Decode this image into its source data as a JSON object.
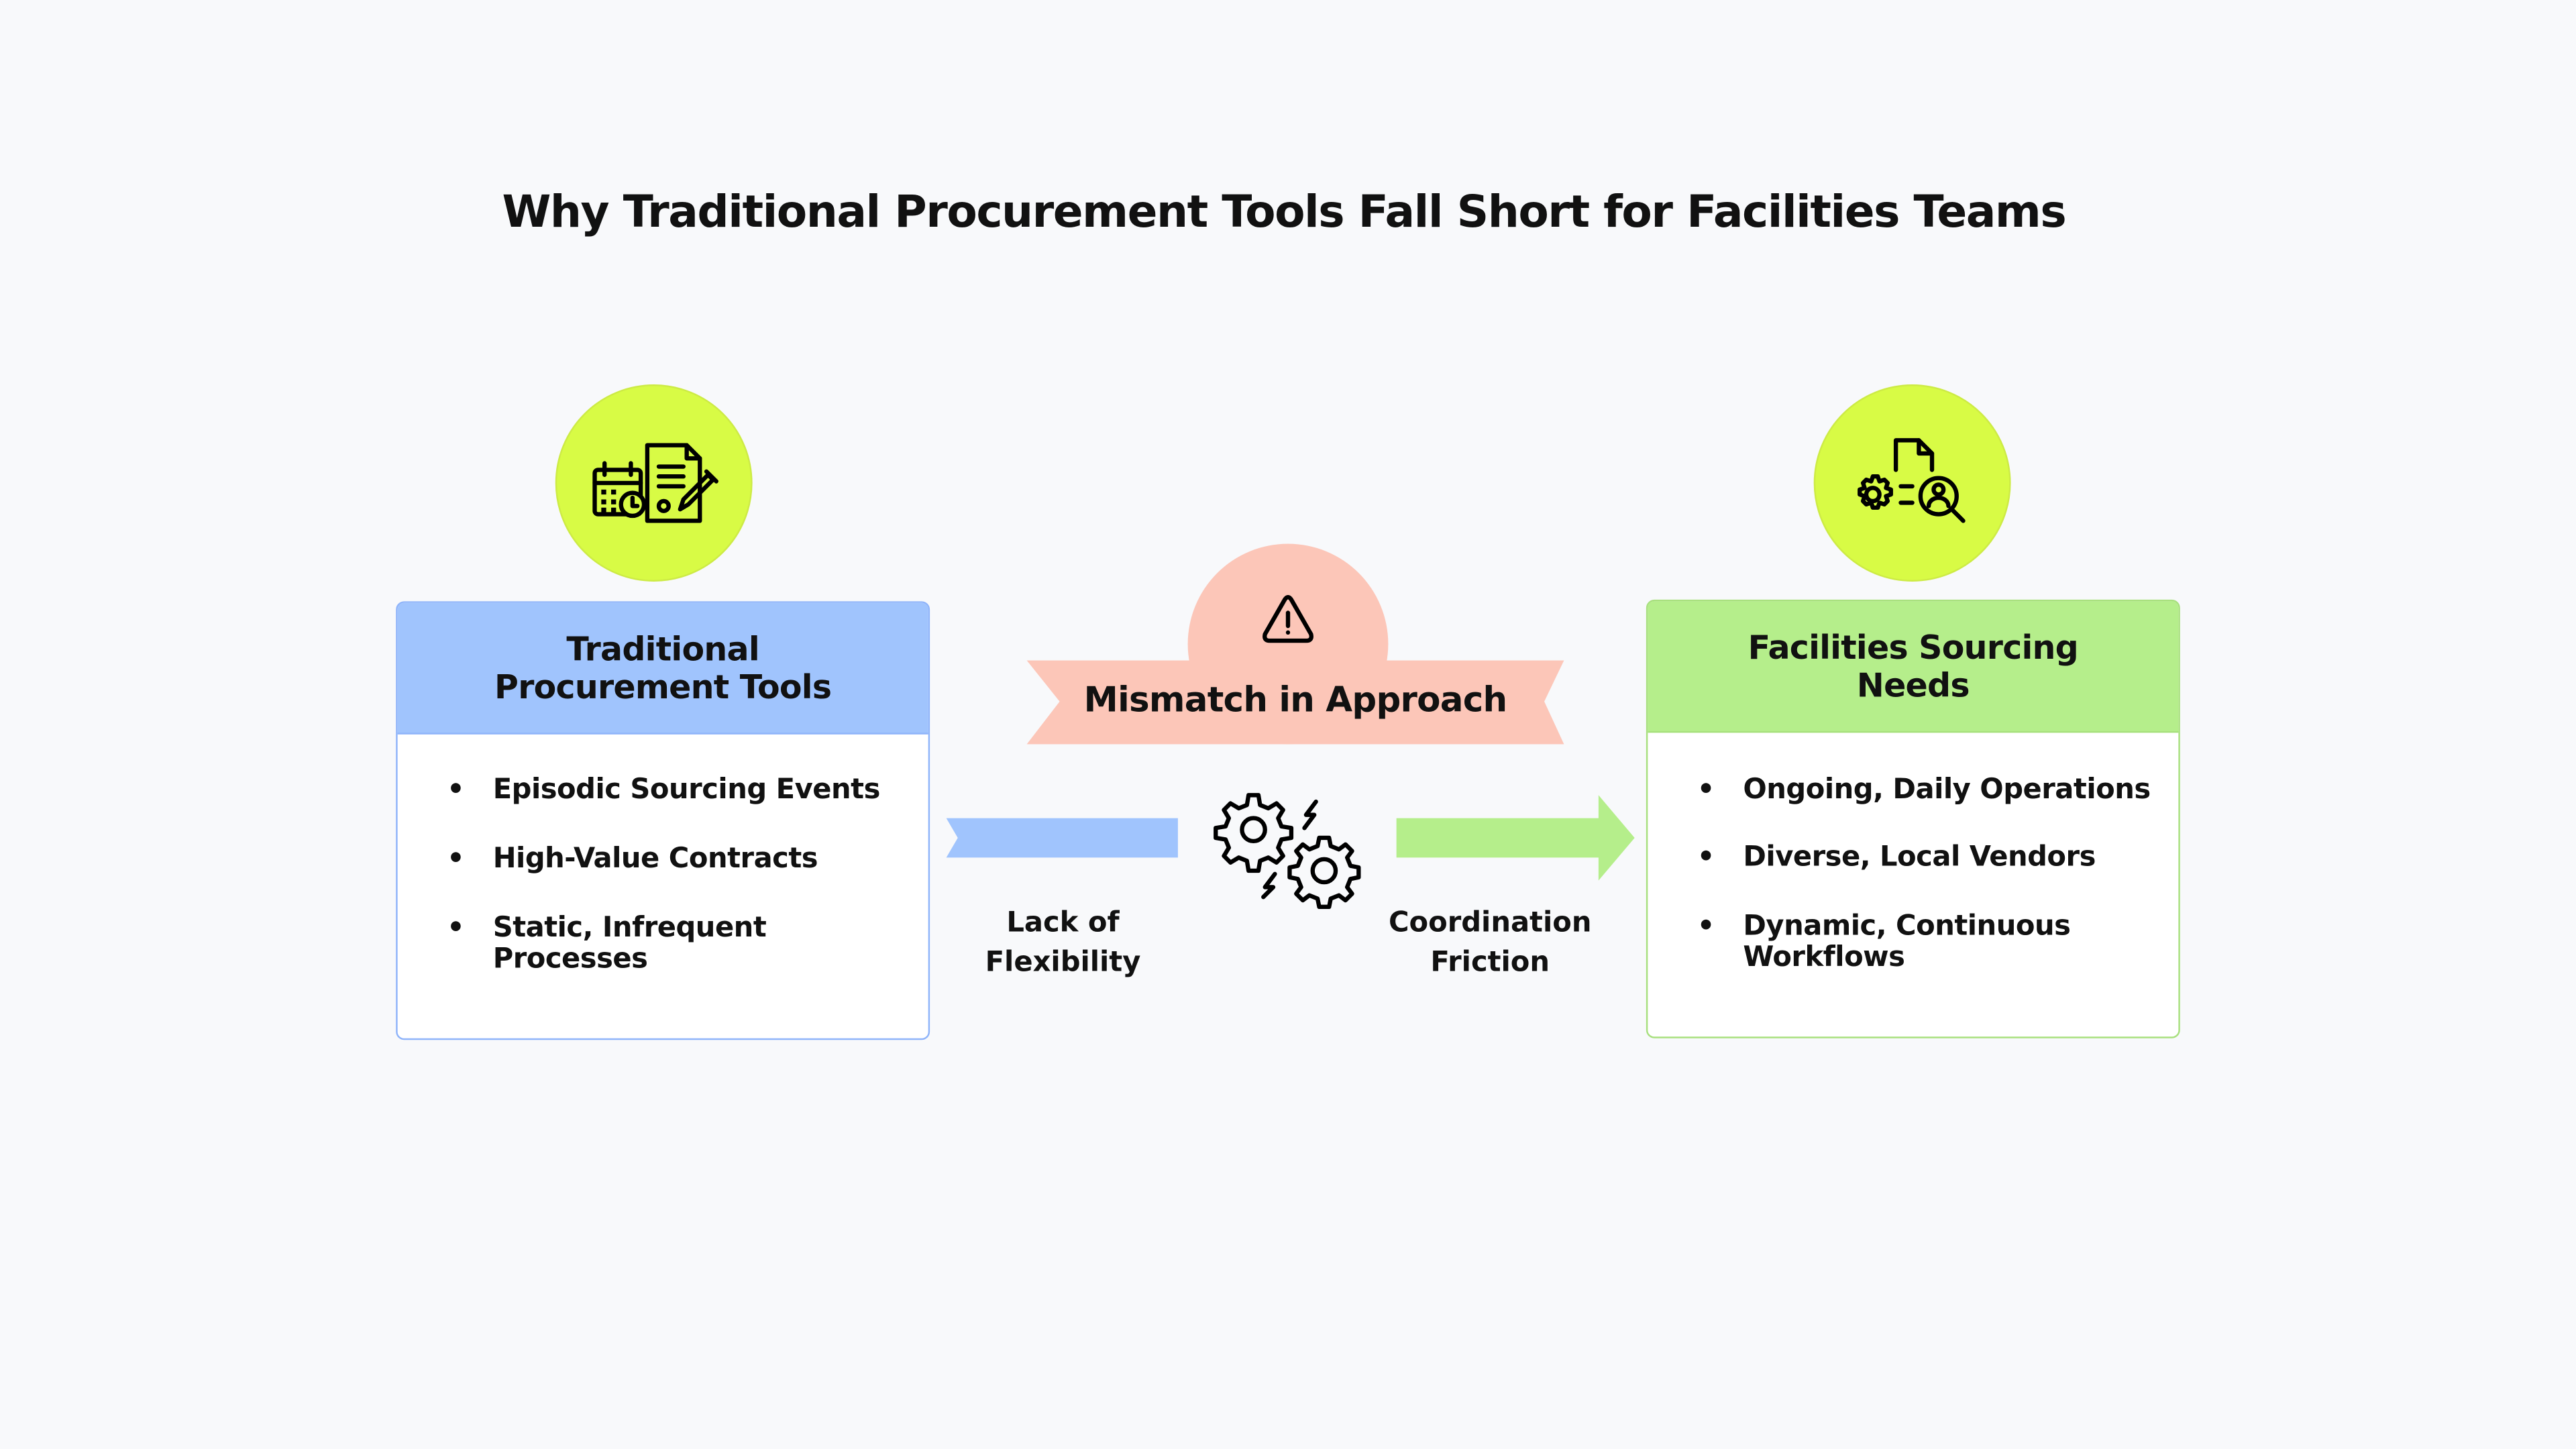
{
  "title": "Why Traditional Procurement Tools Fall Short for Facilities Teams",
  "left": {
    "icon": "calendar-document-pen-icon",
    "heading_line1": "Traditional",
    "heading_line2": "Procurement Tools",
    "items": [
      "Episodic Sourcing Events",
      "High-Value Contracts",
      "Static, Infrequent Processes"
    ],
    "color": "#a0c4fd"
  },
  "right": {
    "icon": "gear-document-search-user-icon",
    "heading_line1": "Facilities Sourcing",
    "heading_line2": "Needs",
    "items": [
      "Ongoing, Daily Operations",
      "Diverse, Local Vendors",
      "Dynamic, Continuous Workflows"
    ],
    "color": "#b5ee8b"
  },
  "center": {
    "icon": "warning-icon",
    "banner": "Mismatch in Approach",
    "gears_icon": "gears-friction-icon",
    "color": "#fcc6b8"
  },
  "connectors": {
    "left_label_line1": "Lack of",
    "left_label_line2": "Flexibility",
    "right_label_line1": "Coordination",
    "right_label_line2": "Friction"
  }
}
